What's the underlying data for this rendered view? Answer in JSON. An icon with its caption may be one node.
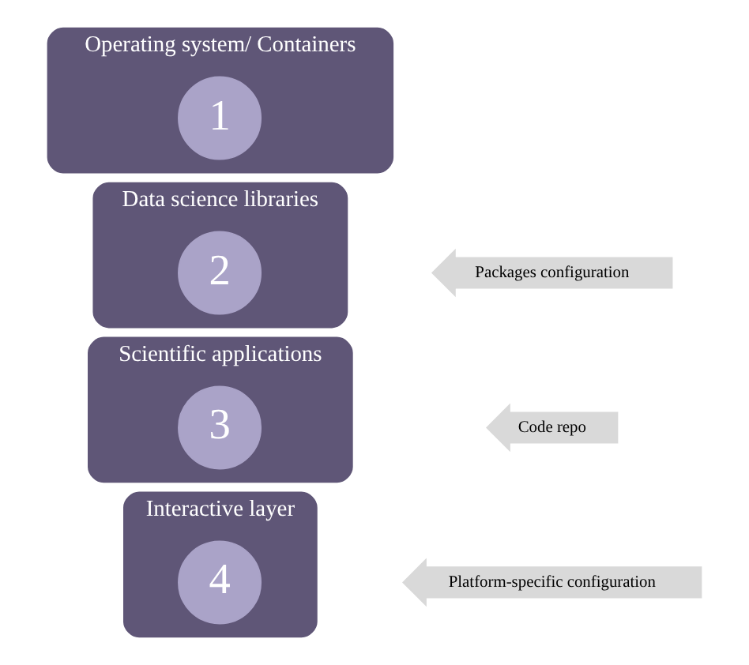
{
  "diagram": {
    "nodes": [
      {
        "text": [
          "Interactive layer"
        ]
      },
      {
        "text": [
          "4"
        ],
        "in": 0
      },
      {
        "text": [
          "Platform-specific configuration"
        ]
      },
      {
        "text": [
          "Scientific applications"
        ]
      },
      {
        "text": [
          "3"
        ],
        "in": 3
      },
      {
        "text": [
          "Code repo"
        ]
      },
      {
        "text": [
          "Data science libraries"
        ]
      },
      {
        "text": [
          "2"
        ],
        "in": 6
      },
      {
        "text": [
          "Packages configuration"
        ]
      },
      {
        "text": [
          "Operating system/ Containers"
        ]
      },
      {
        "text": [
          "1"
        ],
        "in": 9
      }
    ]
  }
}
